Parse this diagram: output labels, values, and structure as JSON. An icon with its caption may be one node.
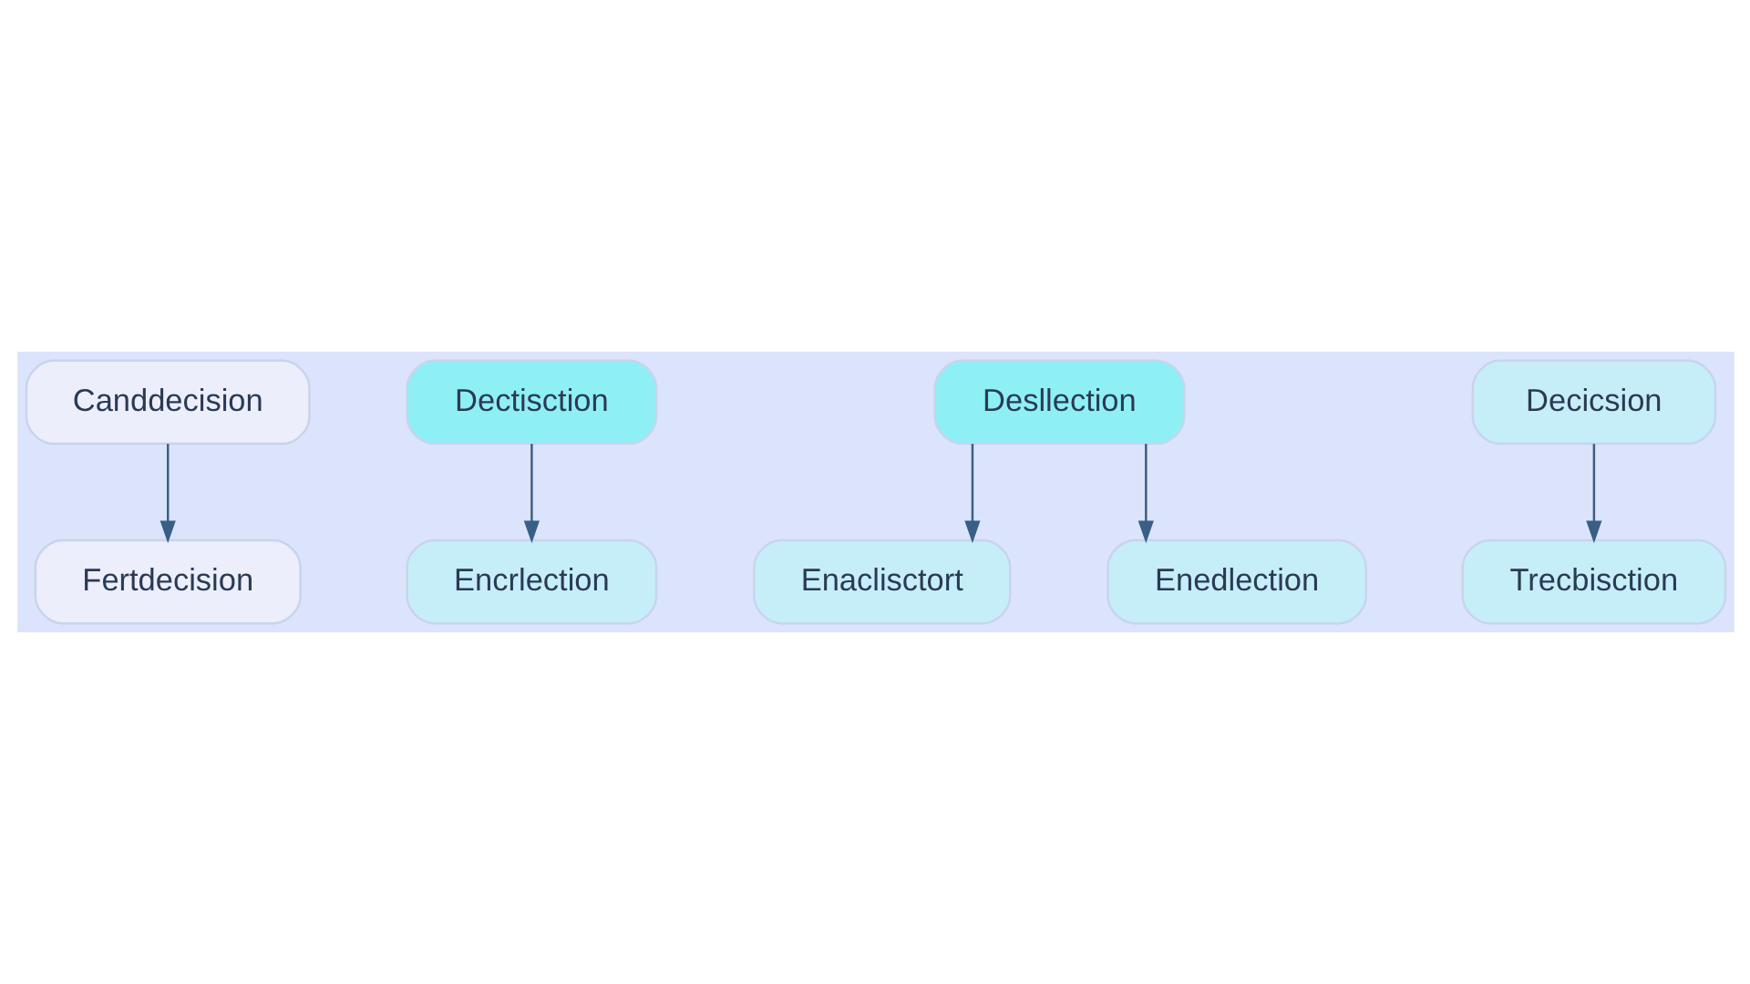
{
  "diagram": {
    "nodes": [
      {
        "text": [
          "Canddecision"
        ]
      },
      {
        "text": [
          "Fertdecision"
        ]
      },
      {
        "text": [
          "Dectisction"
        ]
      },
      {
        "text": [
          "Encrlection"
        ]
      },
      {
        "text": [
          "Desllection"
        ]
      },
      {
        "text": [
          "Enaclisctort"
        ]
      },
      {
        "text": [
          "Enedlection"
        ]
      },
      {
        "text": [
          "Decicsion"
        ]
      },
      {
        "text": [
          "Trecbisction"
        ]
      }
    ],
    "edges": [
      {
        "from": 0,
        "to": 1,
        "arrow": "to"
      },
      {
        "from": 2,
        "to": 3,
        "arrow": "to"
      },
      {
        "from": 4,
        "to": 5,
        "arrow": "to"
      },
      {
        "from": 4,
        "to": 6,
        "arrow": "to"
      },
      {
        "from": 7,
        "to": 8,
        "arrow": "to"
      }
    ]
  }
}
